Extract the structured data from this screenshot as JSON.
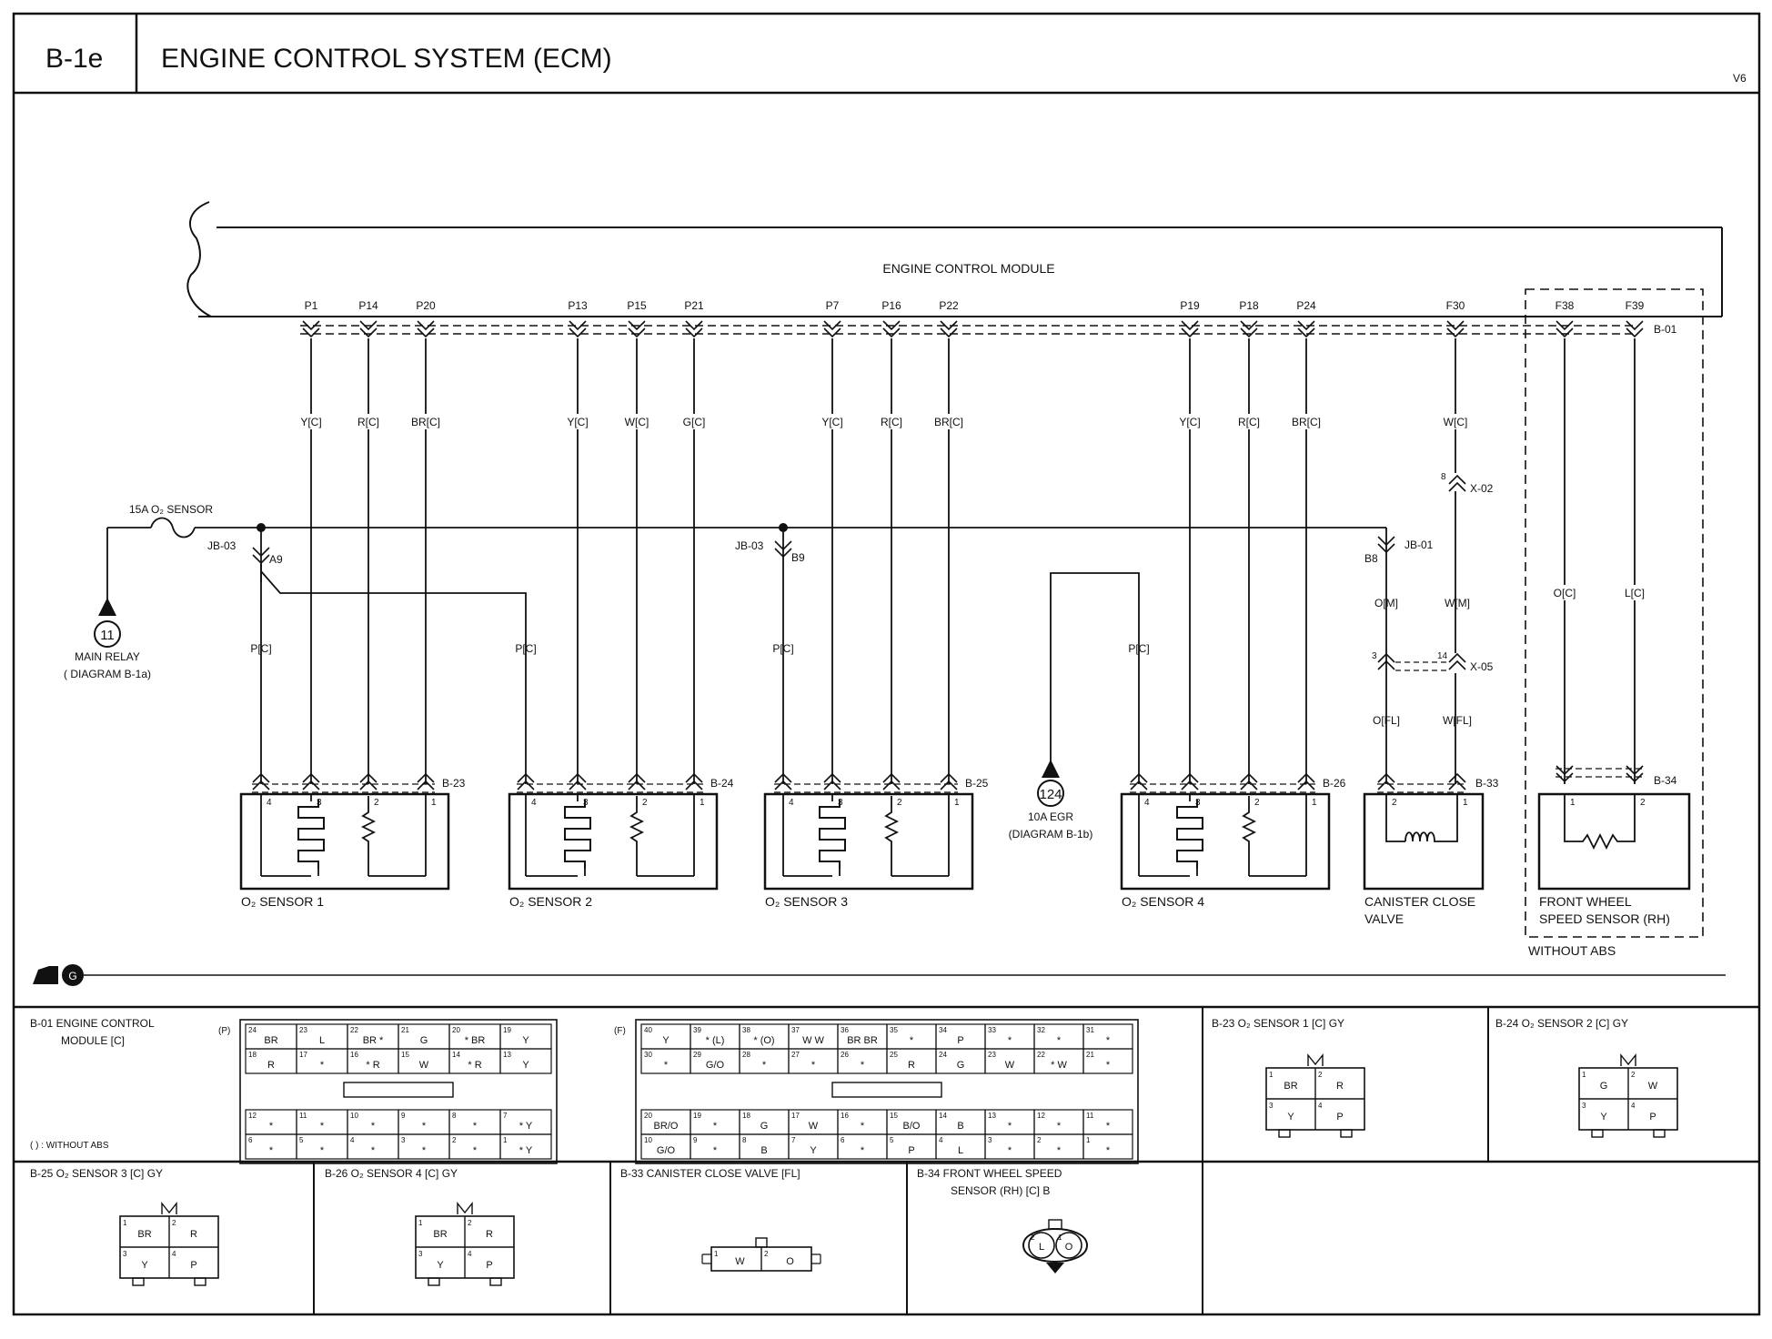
{
  "header": {
    "page_id": "B-1e",
    "title": "ENGINE CONTROL SYSTEM (ECM)",
    "variant": "V6"
  },
  "ecm": {
    "name": "ENGINE CONTROL MODULE",
    "connector_ref": "B-01",
    "pins": [
      {
        "id": "P1",
        "wire": "Y[C]"
      },
      {
        "id": "P14",
        "wire": "R[C]"
      },
      {
        "id": "P20",
        "wire": "BR[C]"
      },
      {
        "id": "P13",
        "wire": "Y[C]"
      },
      {
        "id": "P15",
        "wire": "W[C]"
      },
      {
        "id": "P21",
        "wire": "G[C]"
      },
      {
        "id": "P7",
        "wire": "Y[C]"
      },
      {
        "id": "P16",
        "wire": "R[C]"
      },
      {
        "id": "P22",
        "wire": "BR[C]"
      },
      {
        "id": "P19",
        "wire": "Y[C]"
      },
      {
        "id": "P18",
        "wire": "R[C]"
      },
      {
        "id": "P24",
        "wire": "BR[C]"
      },
      {
        "id": "F30",
        "wire": "W[C]"
      },
      {
        "id": "F38",
        "wire": "O[C]"
      },
      {
        "id": "F39",
        "wire": "L[C]"
      }
    ]
  },
  "power": {
    "fuse": "15A O₂ SENSOR",
    "main_relay": {
      "ref": "11",
      "line1": "MAIN RELAY",
      "line2": "( DIAGRAM B-1a)"
    },
    "egr": {
      "ref": "124",
      "line1": "10A EGR",
      "line2": "(DIAGRAM B-1b)"
    },
    "junctions": [
      {
        "block": "JB-03",
        "pin": "A9"
      },
      {
        "block": "JB-03",
        "pin": "B9"
      },
      {
        "block": "JB-01",
        "pin": "B8"
      }
    ],
    "p_wire": "P[C]"
  },
  "canister_path": {
    "x02": {
      "name": "X-02",
      "pin": "8"
    },
    "x05": {
      "name": "X-05",
      "pin_left": "3",
      "pin_right": "14"
    },
    "wires": {
      "o_m": "O[M]",
      "w_m": "W[M]",
      "o_fl": "O[FL]",
      "w_fl": "W[FL]"
    }
  },
  "components": [
    {
      "name": "O₂ SENSOR 1",
      "connector": "B-23",
      "pins": [
        "4",
        "3",
        "2",
        "1"
      ]
    },
    {
      "name": "O₂ SENSOR 2",
      "connector": "B-24",
      "pins": [
        "4",
        "3",
        "2",
        "1"
      ]
    },
    {
      "name": "O₂ SENSOR 3",
      "connector": "B-25",
      "pins": [
        "4",
        "3",
        "2",
        "1"
      ]
    },
    {
      "name": "O₂ SENSOR 4",
      "connector": "B-26",
      "pins": [
        "4",
        "3",
        "2",
        "1"
      ]
    },
    {
      "name_line1": "CANISTER CLOSE",
      "name_line2": "VALVE",
      "connector": "B-33",
      "pins": [
        "2",
        "1"
      ]
    },
    {
      "name_line1": "FRONT WHEEL",
      "name_line2": "SPEED SENSOR (RH)",
      "connector": "B-34",
      "pins": [
        "1",
        "2"
      ]
    }
  ],
  "without_abs": "WITHOUT ABS",
  "ground_badge": "G",
  "connector_views": {
    "b01": {
      "title_line1": "B-01 ENGINE CONTROL",
      "title_line2": "MODULE [C]",
      "note": "(  ) : WITHOUT ABS",
      "p_label": "(P)",
      "f_label": "(F)",
      "p_rows": [
        [
          {
            "n": "24",
            "v": "BR"
          },
          {
            "n": "23",
            "v": "L"
          },
          {
            "n": "22",
            "v": "BR *"
          },
          {
            "n": "21",
            "v": "G"
          },
          {
            "n": "20",
            "v": "* BR"
          },
          {
            "n": "19",
            "v": "Y"
          }
        ],
        [
          {
            "n": "18",
            "v": "R"
          },
          {
            "n": "17",
            "v": "*"
          },
          {
            "n": "16",
            "v": "* R"
          },
          {
            "n": "15",
            "v": "W"
          },
          {
            "n": "14",
            "v": "* R"
          },
          {
            "n": "13",
            "v": "Y"
          }
        ],
        [
          {
            "n": "12",
            "v": "*"
          },
          {
            "n": "11",
            "v": "*"
          },
          {
            "n": "10",
            "v": "*"
          },
          {
            "n": "9",
            "v": "*"
          },
          {
            "n": "8",
            "v": "*"
          },
          {
            "n": "7",
            "v": "* Y"
          }
        ],
        [
          {
            "n": "6",
            "v": "*"
          },
          {
            "n": "5",
            "v": "*"
          },
          {
            "n": "4",
            "v": "*"
          },
          {
            "n": "3",
            "v": "*"
          },
          {
            "n": "2",
            "v": "*"
          },
          {
            "n": "1",
            "v": "* Y"
          }
        ]
      ],
      "f_rows": [
        [
          {
            "n": "40",
            "v": "Y"
          },
          {
            "n": "39",
            "v": "* (L)"
          },
          {
            "n": "38",
            "v": "* (O)"
          },
          {
            "n": "37",
            "v": "W W"
          },
          {
            "n": "36",
            "v": "BR BR"
          },
          {
            "n": "35",
            "v": "*"
          },
          {
            "n": "34",
            "v": "P"
          },
          {
            "n": "33",
            "v": "*"
          },
          {
            "n": "32",
            "v": "*"
          },
          {
            "n": "31",
            "v": "*"
          }
        ],
        [
          {
            "n": "30",
            "v": "*"
          },
          {
            "n": "29",
            "v": "G/O"
          },
          {
            "n": "28",
            "v": "*"
          },
          {
            "n": "27",
            "v": "*"
          },
          {
            "n": "26",
            "v": "*"
          },
          {
            "n": "25",
            "v": "R"
          },
          {
            "n": "24",
            "v": "G"
          },
          {
            "n": "23",
            "v": "W"
          },
          {
            "n": "22",
            "v": "* W"
          },
          {
            "n": "21",
            "v": "*"
          }
        ],
        [
          {
            "n": "20",
            "v": "BR/O"
          },
          {
            "n": "19",
            "v": "*"
          },
          {
            "n": "18",
            "v": "G"
          },
          {
            "n": "17",
            "v": "W"
          },
          {
            "n": "16",
            "v": "*"
          },
          {
            "n": "15",
            "v": "B/O"
          },
          {
            "n": "14",
            "v": "B"
          },
          {
            "n": "13",
            "v": "*"
          },
          {
            "n": "12",
            "v": "*"
          },
          {
            "n": "11",
            "v": "*"
          }
        ],
        [
          {
            "n": "10",
            "v": "G/O"
          },
          {
            "n": "9",
            "v": "*"
          },
          {
            "n": "8",
            "v": "B"
          },
          {
            "n": "7",
            "v": "Y"
          },
          {
            "n": "6",
            "v": "*"
          },
          {
            "n": "5",
            "v": "P"
          },
          {
            "n": "4",
            "v": "L"
          },
          {
            "n": "3",
            "v": "*"
          },
          {
            "n": "2",
            "v": "*"
          },
          {
            "n": "1",
            "v": "*"
          }
        ]
      ]
    },
    "b23": {
      "title": "B-23 O₂ SENSOR 1 [C] GY",
      "cells": [
        {
          "n": "1",
          "v": "BR"
        },
        {
          "n": "2",
          "v": "R"
        },
        {
          "n": "3",
          "v": "Y"
        },
        {
          "n": "4",
          "v": "P"
        }
      ]
    },
    "b24": {
      "title": "B-24 O₂ SENSOR 2 [C] GY",
      "cells": [
        {
          "n": "1",
          "v": "G"
        },
        {
          "n": "2",
          "v": "W"
        },
        {
          "n": "3",
          "v": "Y"
        },
        {
          "n": "4",
          "v": "P"
        }
      ]
    },
    "b25": {
      "title": "B-25 O₂ SENSOR 3 [C] GY",
      "cells": [
        {
          "n": "1",
          "v": "BR"
        },
        {
          "n": "2",
          "v": "R"
        },
        {
          "n": "3",
          "v": "Y"
        },
        {
          "n": "4",
          "v": "P"
        }
      ]
    },
    "b26": {
      "title": "B-26 O₂ SENSOR 4 [C] GY",
      "cells": [
        {
          "n": "1",
          "v": "BR"
        },
        {
          "n": "2",
          "v": "R"
        },
        {
          "n": "3",
          "v": "Y"
        },
        {
          "n": "4",
          "v": "P"
        }
      ]
    },
    "b33": {
      "title": "B-33 CANISTER CLOSE VALVE [FL]",
      "cells": [
        {
          "n": "1",
          "v": "W"
        },
        {
          "n": "2",
          "v": "O"
        }
      ]
    },
    "b34": {
      "title_line1": "B-34 FRONT WHEEL SPEED",
      "title_line2": "SENSOR (RH) [C] B",
      "cells": [
        {
          "n": "2",
          "v": "L"
        },
        {
          "n": "1",
          "v": "O"
        }
      ]
    }
  }
}
